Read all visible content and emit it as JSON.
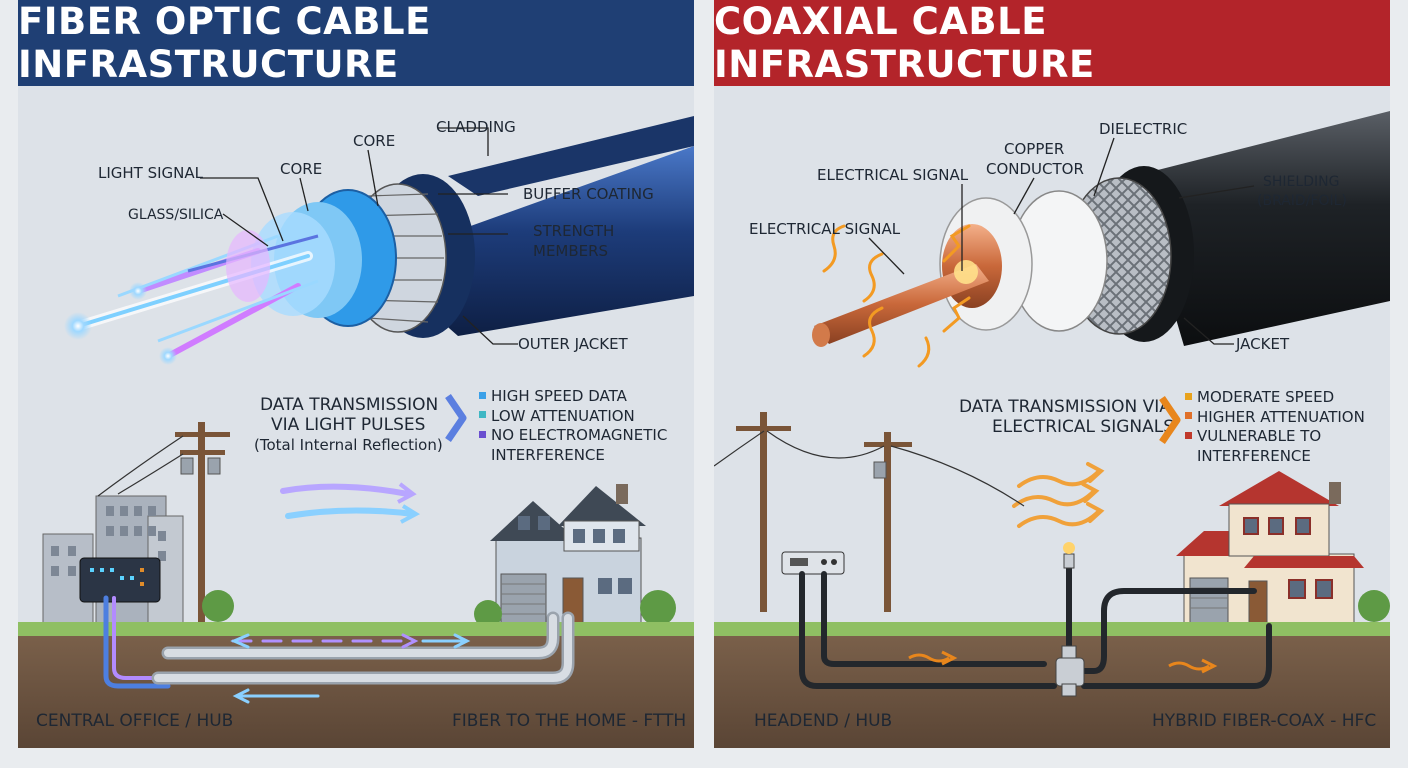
{
  "colors": {
    "fiber_title_bg": "#1f3f74",
    "coax_title_bg": "#b3242a",
    "sky": "#dde2e8",
    "ground": "#6b5441",
    "grass": "#8fbf63"
  },
  "fiber": {
    "title": "FIBER OPTIC CABLE INFRASTRUCTURE",
    "labels": {
      "light_signal": "LIGHT SIGNAL",
      "glass_silica": "GLASS/SILICA",
      "core_a": "CORE",
      "core_b": "CORE",
      "cladding": "CLADDING",
      "buffer_coating": "BUFFER COATING",
      "strength_1": "STRENGTH",
      "strength_2": "MEMBERS",
      "outer_jacket": "OUTER JACKET"
    },
    "transmission": {
      "line1": "DATA TRANSMISSION",
      "line2": "VIA LIGHT PULSES",
      "line3": "(Total Internal Reflection)"
    },
    "features": {
      "f1": "HIGH SPEED DATA",
      "f2": "LOW ATTENUATION",
      "f3": "NO ELECTROMAGNETIC",
      "f3b": "INTERFERENCE"
    },
    "bullet_colors": {
      "b1": "#3aa0e8",
      "b2": "#3fb7c4",
      "b3": "#6a4fd0"
    },
    "footer_left": "CENTRAL OFFICE / HUB",
    "footer_right": "FIBER TO THE HOME - FTTH"
  },
  "coax": {
    "title": "COAXIAL CABLE INFRASTRUCTURE",
    "labels": {
      "electrical_signal_a": "ELECTRICAL SIGNAL",
      "electrical_signal_b": "ELECTRICAL SIGNAL",
      "copper_1": "COPPER",
      "copper_2": "CONDUCTOR",
      "dielectric": "DIELECTRIC",
      "shielding_1": "SHIELDING",
      "shielding_2": "(BRAID/FOIL)",
      "jacket": "JACKET"
    },
    "transmission": {
      "line1": "DATA TRANSMISSION VIA",
      "line2": "ELECTRICAL SIGNALS"
    },
    "features": {
      "f1": "MODERATE SPEED",
      "f2": "HIGHER ATTENUATION",
      "f3": "VULNERABLE TO",
      "f3b": "INTERFERENCE"
    },
    "bullet_colors": {
      "b1": "#e8a21c",
      "b2": "#e0702a",
      "b3": "#c0392b"
    },
    "footer_left": "HEADEND / HUB",
    "footer_right": "HYBRID FIBER-COAX - HFC"
  }
}
